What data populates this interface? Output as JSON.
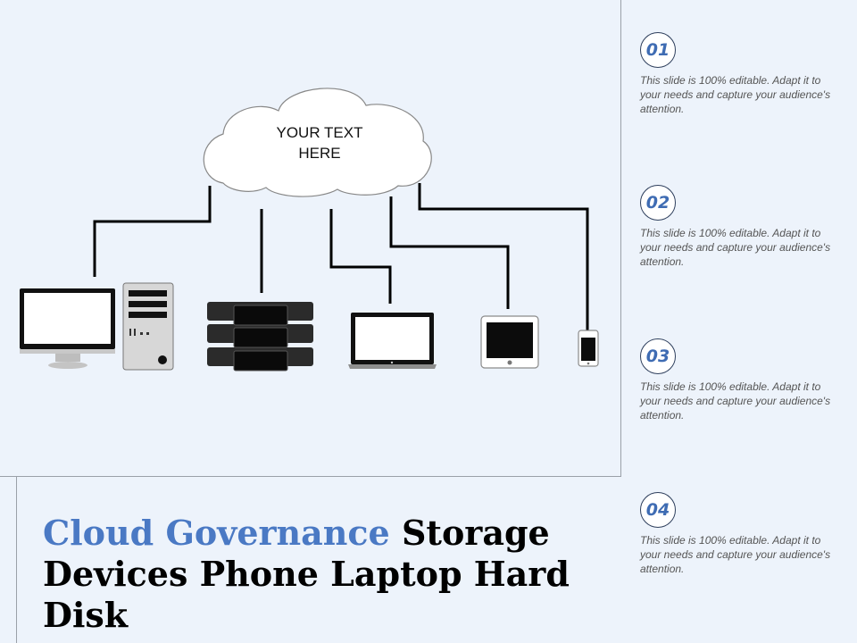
{
  "cloud": {
    "label_line1": "YOUR TEXT",
    "label_line2": "HERE"
  },
  "title": {
    "highlight": "Cloud Governance",
    "rest": "Storage Devices Phone Laptop Hard Disk"
  },
  "colors": {
    "background": "#edf3fb",
    "accent": "#4a79c4",
    "badge_text": "#3f6cb3",
    "line": "#000000"
  },
  "devices": [
    {
      "icon": "desktop-computer-icon"
    },
    {
      "icon": "server-rack-icon"
    },
    {
      "icon": "laptop-icon"
    },
    {
      "icon": "tablet-icon"
    },
    {
      "icon": "phone-icon"
    }
  ],
  "items": [
    {
      "number": "01",
      "text": "This slide is 100% editable. Adapt it to your needs and capture your audience's attention."
    },
    {
      "number": "02",
      "text": "This slide is 100% editable. Adapt it to your needs and capture your audience's attention."
    },
    {
      "number": "03",
      "text": "This slide is 100% editable. Adapt it to your needs and capture your audience's attention."
    },
    {
      "number": "04",
      "text": "This slide is 100% editable. Adapt it to your needs and capture your audience's attention."
    }
  ]
}
